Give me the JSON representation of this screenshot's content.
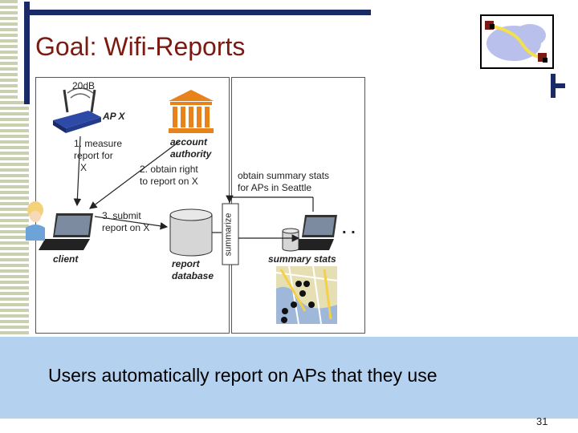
{
  "slide": {
    "title": "Goal: Wifi-Reports",
    "caption": "Users automatically report on APs  that they use",
    "page_number": "31"
  },
  "diagram": {
    "signal_label": "20dB",
    "ap_label": "AP X",
    "authority_label_1": "account",
    "authority_label_2": "authority",
    "step1_line1": "1. measure",
    "step1_line2": "report for",
    "step1_line3": "X",
    "step2_line1": "2. obtain right",
    "step2_line2": "to report on X",
    "step3_line1": "3. submit",
    "step3_line2": "report on X",
    "client_label": "client",
    "db_label_1": "report",
    "db_label_2": "database",
    "summarize_label": "summarize",
    "stats_request_line1": "obtain summary stats",
    "stats_request_line2": "for APs in Seattle",
    "summary_label": "summary stats",
    "ellipsis": ". ."
  },
  "colors": {
    "title": "#7a1a12",
    "caption_bg": "#b4d2f0",
    "accent_bar": "#1a2a66",
    "stripes": "#c8d0b0"
  }
}
